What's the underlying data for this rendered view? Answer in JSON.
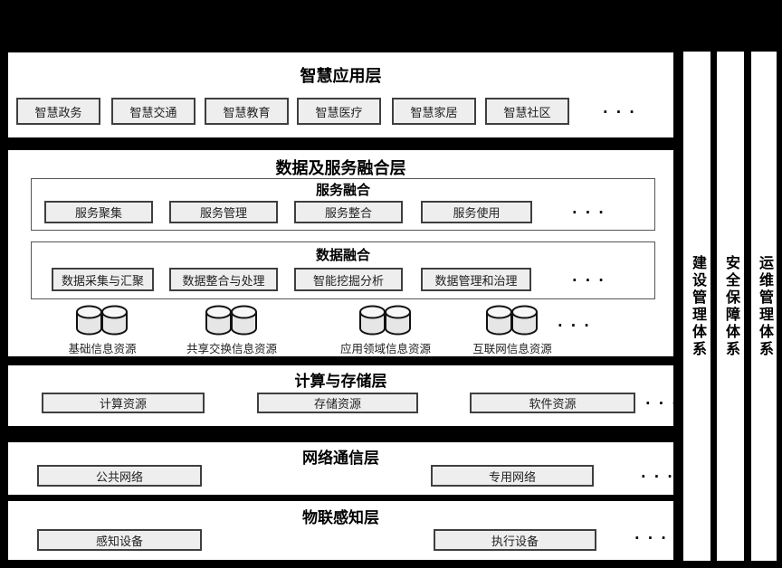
{
  "diagram": {
    "ellipsis": "···",
    "layers": {
      "app": {
        "title": "智慧应用层",
        "boxes": [
          "智慧政务",
          "智慧交通",
          "智慧教育",
          "智慧医疗",
          "智慧家居",
          "智慧社区"
        ]
      },
      "fusion": {
        "title": "数据及服务融合层",
        "service_group": {
          "title": "服务融合",
          "boxes": [
            "服务聚集",
            "服务管理",
            "服务整合",
            "服务使用"
          ]
        },
        "data_group": {
          "title": "数据融合",
          "boxes": [
            "数据采集与汇聚",
            "数据整合与处理",
            "智能挖掘分析",
            "数据管理和治理"
          ]
        },
        "resources": [
          "基础信息资源",
          "共享交换信息资源",
          "应用领域信息资源",
          "互联网信息资源"
        ]
      },
      "compute": {
        "title": "计算与存储层",
        "boxes": [
          "计算资源",
          "存储资源",
          "软件资源"
        ]
      },
      "network": {
        "title": "网络通信层",
        "boxes": [
          "公共网络",
          "专用网络"
        ]
      },
      "iot": {
        "title": "物联感知层",
        "boxes": [
          "感知设备",
          "执行设备"
        ]
      }
    },
    "pillars": [
      "建设管理体系",
      "安全保障体系",
      "运维管理体系"
    ],
    "colors": {
      "background": "#000000",
      "panel": "#ffffff",
      "box_fill": "#eeeeee",
      "box_border": "#3f3f3f",
      "text": "#000000"
    }
  }
}
